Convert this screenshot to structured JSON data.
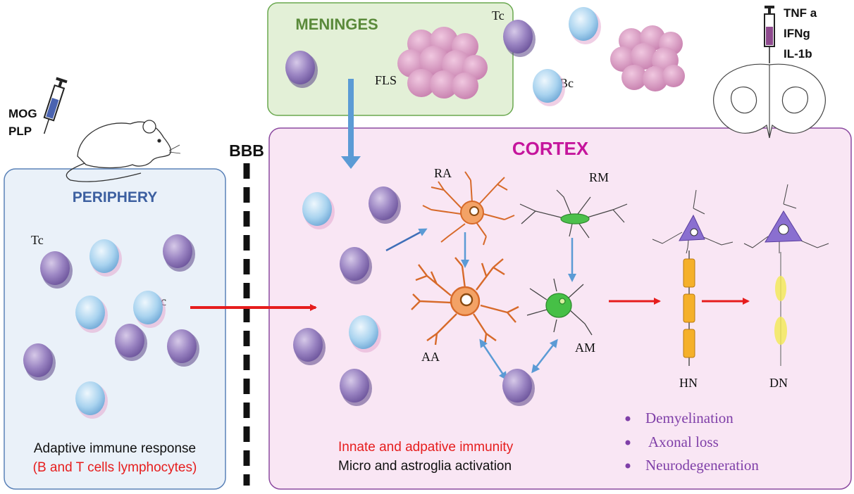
{
  "drugs": {
    "left": [
      "MOG",
      "PLP"
    ],
    "right": [
      "TNF a",
      "IFNg",
      "IL-1b"
    ]
  },
  "bbb": "BBB",
  "periphery": {
    "title": "PERIPHERY",
    "tc": "Tc",
    "bc": "Bc",
    "caption_line1": "Adaptive immune response",
    "caption_line2": "(B and T cells lymphocytes)"
  },
  "meninges": {
    "title": "MENINGES",
    "tc": "Tc",
    "bc": "Bc",
    "fls": "FLS"
  },
  "cortex": {
    "title": "CORTEX",
    "ra": "RA",
    "rm": "RM",
    "aa": "AA",
    "am": "AM",
    "hn": "HN",
    "dn": "DN",
    "caption_line1": "Innate and adpative immunity",
    "caption_line2": "Micro and astroglia activation",
    "outcomes": [
      "Demyelination",
      "Axonal loss",
      "Neurodegeneration"
    ]
  },
  "colors": {
    "periphery_bg": "#eaf1f9",
    "periphery_title": "#3c5fa0",
    "meninges_bg": "#e3f0d7",
    "meninges_title": "#5a8a3a",
    "cortex_bg": "#f9e6f4",
    "cortex_title": "#c5159c",
    "t_cell": "#8f78b7",
    "b_cell": "#9dcbe9",
    "red_arrow": "#e61d1d",
    "blue_arrow": "#5b9bd5",
    "outcome_text": "#7f3fa8"
  }
}
